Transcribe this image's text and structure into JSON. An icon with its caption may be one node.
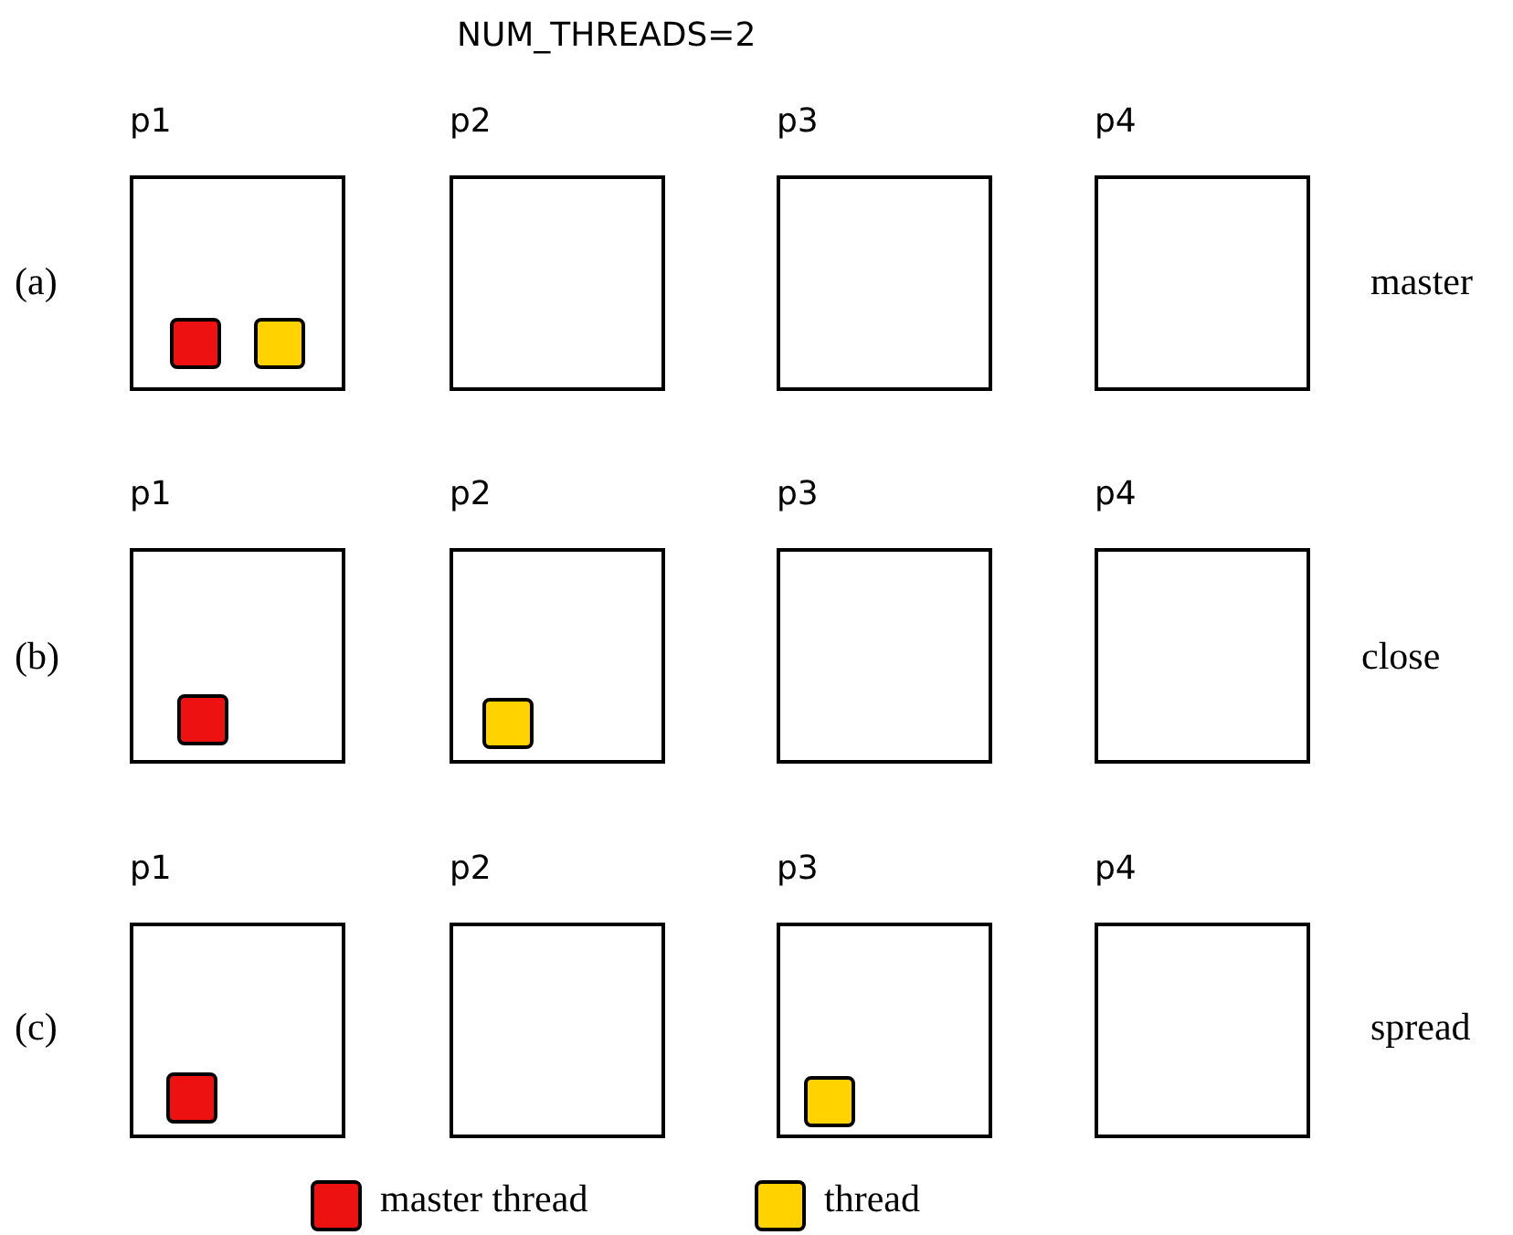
{
  "diagram": {
    "title": "NUM_THREADS=2",
    "nodes": [
      {
        "text": [
          "p1"
        ]
      },
      {
        "text": [],
        "shape": "box",
        "in": 0
      },
      {
        "text": [],
        "shape": "box",
        "in": 0
      },
      {
        "text": [
          "p2"
        ]
      },
      {
        "text": [
          "p3"
        ]
      },
      {
        "text": [
          "p4"
        ]
      },
      {
        "text": [
          "p1"
        ]
      },
      {
        "text": [],
        "shape": "box",
        "in": 6
      },
      {
        "text": [
          "p2"
        ]
      },
      {
        "text": [],
        "shape": "box",
        "in": 8
      },
      {
        "text": [
          "p3"
        ]
      },
      {
        "text": [
          "p4"
        ]
      },
      {
        "text": [
          "p1"
        ]
      },
      {
        "text": [],
        "shape": "box",
        "in": 12
      },
      {
        "text": [
          "p2"
        ]
      },
      {
        "text": [
          "p3"
        ]
      },
      {
        "text": [],
        "shape": "box",
        "in": 15
      },
      {
        "text": [
          "p4"
        ]
      }
    ],
    "edges": [],
    "labels": [
      "(a)",
      "master",
      "(b)",
      "close",
      "(c)",
      "spread"
    ],
    "legend": [
      {
        "text": "master thread",
        "color": "#ee1111"
      },
      {
        "text": "thread",
        "color": "#ffd200"
      }
    ]
  }
}
